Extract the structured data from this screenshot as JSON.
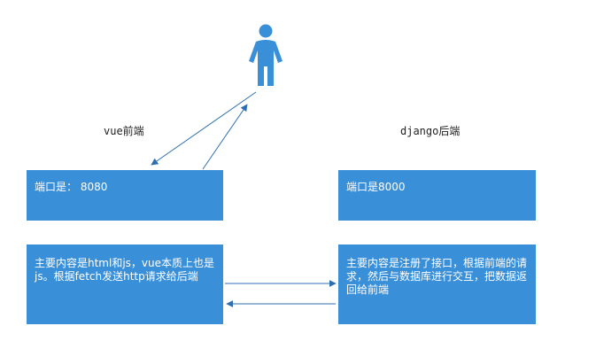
{
  "frontend": {
    "title": "vue前端",
    "port_text": "端口是： 8080",
    "description": "主要内容是html和js，vue本质上也是js。根据fetch发送http请求给后端"
  },
  "backend": {
    "title": "django后端",
    "port_text": "端口是8000",
    "description": "主要内容是注册了接口，根据前端的请求，然后与数据库进行交互，把数据返回给前端"
  },
  "user_icon": "person-icon",
  "colors": {
    "box": "#3a8fd9",
    "arrow": "#2e6fb0",
    "person": "#3a8fd9"
  }
}
